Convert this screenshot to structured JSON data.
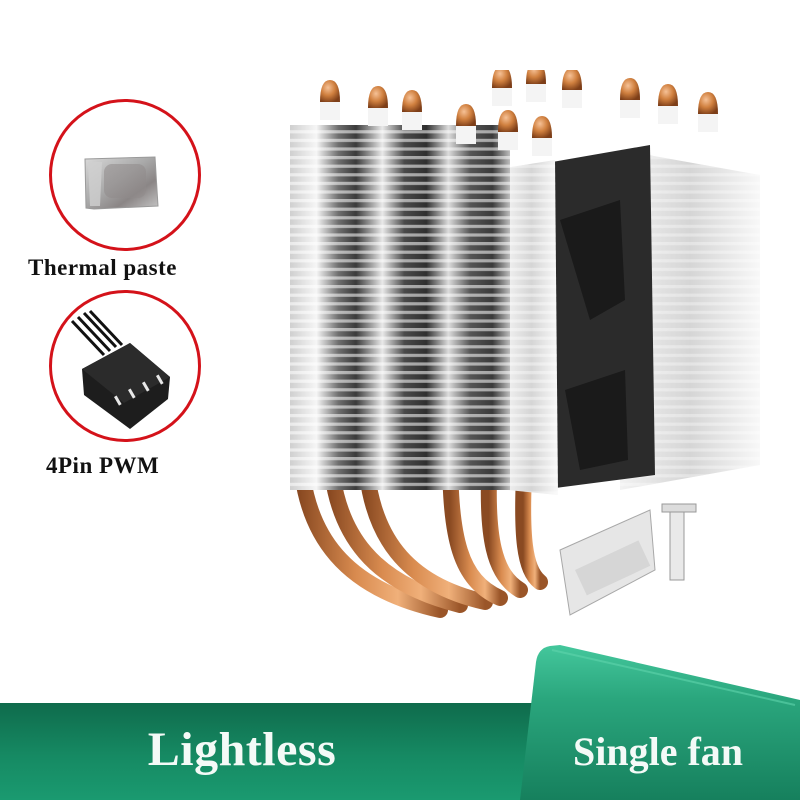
{
  "accessories": [
    {
      "label": "Thermal paste",
      "icon": "thermal-paste-packet"
    },
    {
      "label": "4Pin PWM",
      "icon": "4pin-connector"
    }
  ],
  "product": {
    "image": "cpu-tower-cooler-single-fan",
    "heatpipe_count": 6,
    "fan_count": 1
  },
  "banner": {
    "main_label": "Lightless",
    "side_label": "Single fan"
  },
  "colors": {
    "circle_stroke": "#d4121a",
    "banner_green_dark": "#0f6b4c",
    "banner_green": "#1a9a70",
    "panel_teal": "#2fae86",
    "copper": "#c8733a",
    "text_light": "#f4faf7"
  }
}
